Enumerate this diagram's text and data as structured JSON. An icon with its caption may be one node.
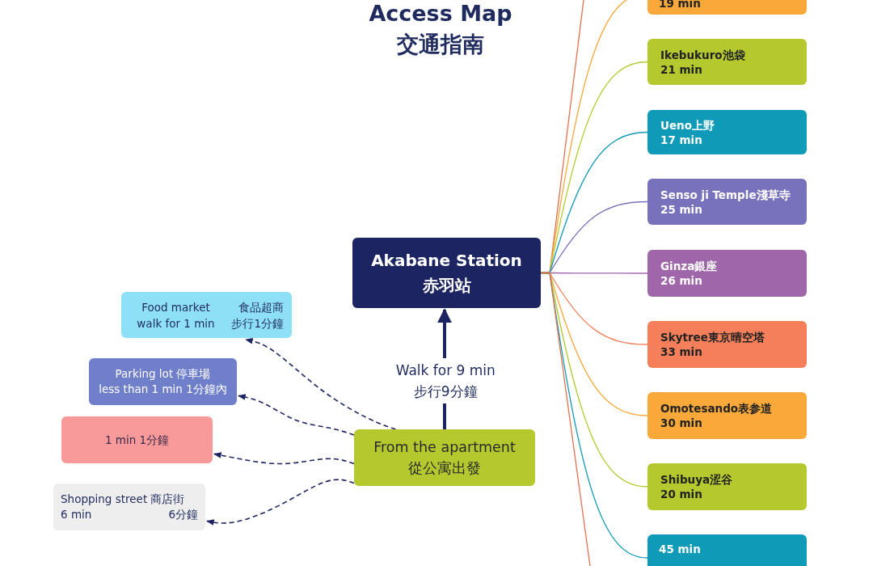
{
  "diagram": {
    "title": "Access Map 交通指南",
    "nodes": [
      {
        "text": [
          "19 min"
        ]
      },
      {
        "text": [
          "Ikebukuro池袋",
          "21 min"
        ]
      },
      {
        "text": [
          "Ueno上野",
          "17 min"
        ]
      },
      {
        "text": [
          "Senso ji Temple淺草寺",
          "25 min"
        ]
      },
      {
        "text": [
          "Ginza銀座",
          "26 min"
        ]
      },
      {
        "text": [
          "Skytree東京晴空塔",
          "33 min"
        ]
      },
      {
        "text": [
          "Omotesando表参道",
          "30 min"
        ]
      },
      {
        "text": [
          "Shibuya涩谷",
          "20 min"
        ]
      },
      {
        "text": [
          "45 min"
        ]
      },
      {
        "text": [
          "Akabane Station 赤羽站"
        ]
      },
      {
        "text": [
          "Food market",
          "食品超商",
          "walk for 1 min",
          "步行1分鐘"
        ]
      },
      {
        "text": [
          "Parking lot 停車場",
          "less than 1 min 1分鐘內"
        ]
      },
      {
        "text": [
          "1 min 1分鐘"
        ]
      },
      {
        "text": [
          "Shopping street 商店街",
          "6 min",
          "6分鐘"
        ]
      },
      {
        "text": [
          "From the apartment 從公寓出發"
        ]
      }
    ],
    "edges": [
      {
        "from": 14,
        "to": 9,
        "arrow": "to",
        "label": "Walk for 9 min 步行9分鐘",
        "style": "thick"
      },
      {
        "from": 9,
        "to": null,
        "arrow": "none",
        "color": "#e0704f"
      },
      {
        "from": 9,
        "to": 0,
        "arrow": "none",
        "color": "#f9a83a"
      },
      {
        "from": 9,
        "to": 1,
        "arrow": "none",
        "color": "#b5c92e"
      },
      {
        "from": 9,
        "to": 2,
        "arrow": "none",
        "color": "#0f9ab8"
      },
      {
        "from": 9,
        "to": 3,
        "arrow": "none",
        "color": "#7872bd"
      },
      {
        "from": 9,
        "to": 4,
        "arrow": "none",
        "color": "#a066aa"
      },
      {
        "from": 9,
        "to": 5,
        "arrow": "none",
        "color": "#f47f5a"
      },
      {
        "from": 9,
        "to": 6,
        "arrow": "none",
        "color": "#f9a83a"
      },
      {
        "from": 9,
        "to": 7,
        "arrow": "none",
        "color": "#b5c92e"
      },
      {
        "from": 9,
        "to": 8,
        "arrow": "none",
        "color": "#0f9ab8"
      },
      {
        "from": 9,
        "to": null,
        "arrow": "none",
        "color": "#e0704f"
      },
      {
        "from": 14,
        "to": 10,
        "arrow": "to",
        "style": "dashed"
      },
      {
        "from": 14,
        "to": 11,
        "arrow": "to",
        "style": "dashed"
      },
      {
        "from": 14,
        "to": 12,
        "arrow": "to",
        "style": "dashed"
      },
      {
        "from": 14,
        "to": 13,
        "arrow": "to",
        "style": "dashed"
      }
    ]
  }
}
